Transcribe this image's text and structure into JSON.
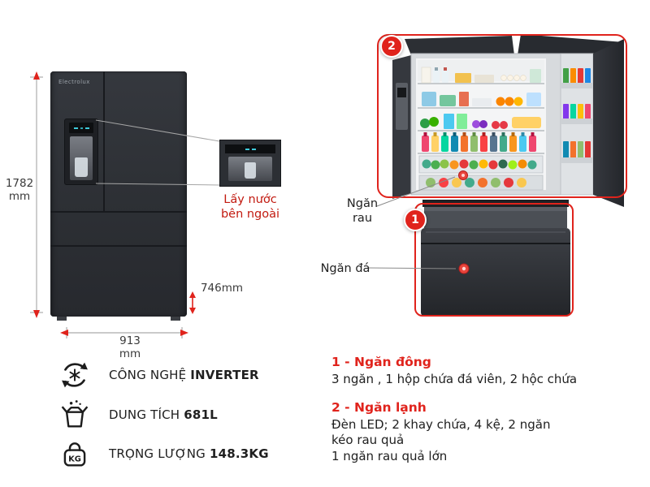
{
  "colors": {
    "accent_red": "#e0231c",
    "label_red": "#c21a10",
    "fridge_dark": "#2e3136",
    "text_dark": "#1f1f1f",
    "dim_text": "#3a3a3a"
  },
  "closed_fridge": {
    "brand": "Electrolux",
    "dimensions": {
      "height_value": "1782",
      "height_unit": "mm",
      "width_value": "913",
      "width_unit": "mm",
      "depth_label": "746mm"
    },
    "detail_callout": {
      "line1": "Lấy nước",
      "line2": "bên ngoài"
    }
  },
  "open_fridge": {
    "badge_fridge": "2",
    "badge_freezer": "1",
    "veg_label_line1": "Ngăn",
    "veg_label_line2": "rau",
    "ice_label": "Ngăn đá"
  },
  "features": [
    {
      "icon": "inverter-icon",
      "label_regular": "CÔNG NGHỆ ",
      "label_bold": "INVERTER"
    },
    {
      "icon": "capacity-icon",
      "label_regular": "DUNG TÍCH ",
      "label_bold": "681L"
    },
    {
      "icon": "weight-icon",
      "icon_text": "KG",
      "label_regular": "TRỌNG LƯỢNG ",
      "label_bold": "148.3KG"
    }
  ],
  "specs": [
    {
      "heading": "1 - Ngăn đông",
      "lines": [
        "3 ngăn , 1 hộp chứa đá viên, 2 hộc chứa"
      ]
    },
    {
      "heading": "2 - Ngăn lạnh",
      "lines": [
        "Đèn LED; 2 khay chứa, 4 kệ, 2 ngăn",
        "kéo rau quả",
        "1 ngăn rau quả lớn"
      ]
    }
  ]
}
